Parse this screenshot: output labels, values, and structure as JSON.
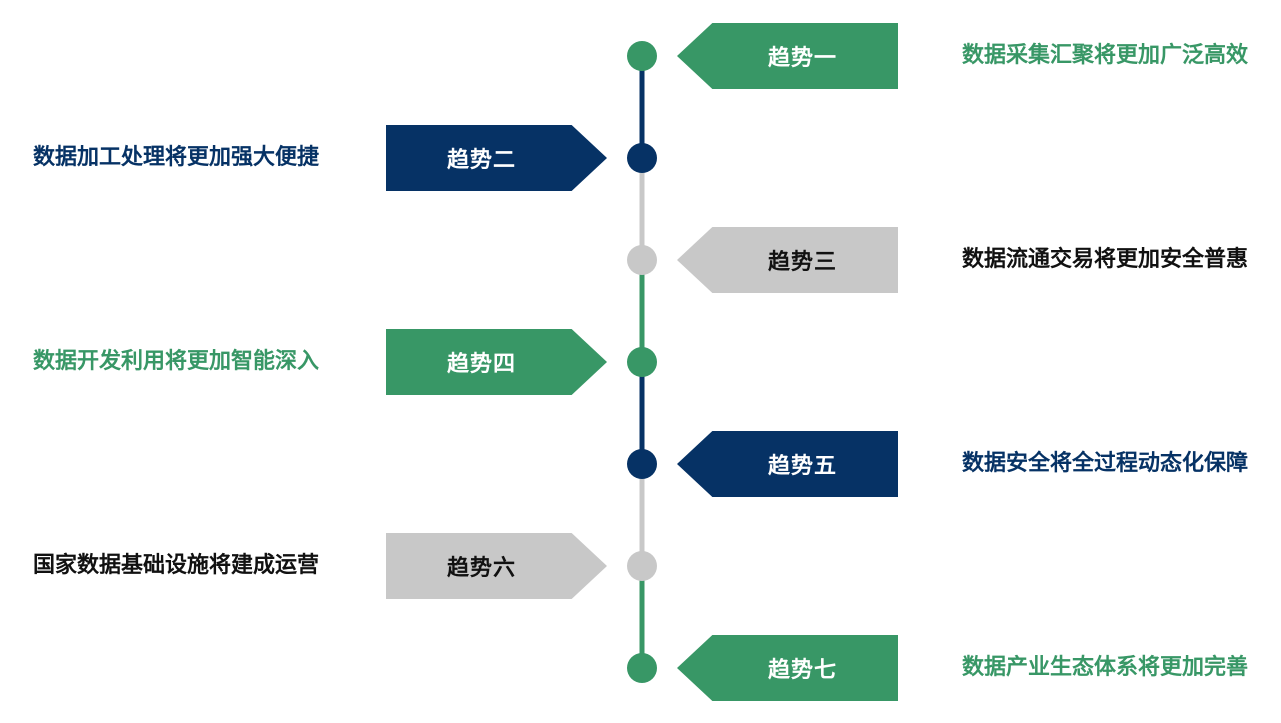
{
  "colors": {
    "green": "#389766",
    "navy": "#063265",
    "gray": "#c8c8c8",
    "gray_text": "#111111"
  },
  "trends": [
    {
      "label": "趋势一",
      "text": "数据采集汇聚将更加广泛高效",
      "color": "green",
      "side": "right"
    },
    {
      "label": "趋势二",
      "text": "数据加工处理将更加强大便捷",
      "color": "navy",
      "side": "left"
    },
    {
      "label": "趋势三",
      "text": "数据流通交易将更加安全普惠",
      "color": "gray",
      "side": "right"
    },
    {
      "label": "趋势四",
      "text": "数据开发利用将更加智能深入",
      "color": "green",
      "side": "left"
    },
    {
      "label": "趋势五",
      "text": "数据安全将全过程动态化保障",
      "color": "navy",
      "side": "right"
    },
    {
      "label": "趋势六",
      "text": "国家数据基础设施将建成运营",
      "color": "gray",
      "side": "left"
    },
    {
      "label": "趋势七",
      "text": "数据产业生态体系将更加完善",
      "color": "green",
      "side": "right"
    }
  ]
}
